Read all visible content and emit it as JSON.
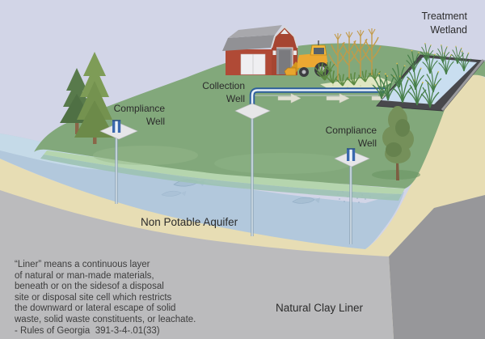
{
  "labels": {
    "treatment_wetland": "Treatment\nWetland",
    "collection_well": "Collection\nWell",
    "compliance_well_left": "Compliance\nWell",
    "compliance_well_right": "Compliance\nWell",
    "non_potable_aquifer": "Non Potable Aquifer",
    "natural_clay_liner": "Natural Clay Liner",
    "liner_definition": "“Liner” means a continuous layer\nof natural or man-made materials,\nbeneath or on the sidesof a disposal\nsite or disposal site cell which restricts\nthe downward or lateral escape of solid\nwaste, solid waste constituents, or leachate.\n- Rules of Georgia  391-3-4-.01(33)"
  },
  "colors": {
    "sky": "#d2d5e7",
    "grass": "#82a87b",
    "topsoil_band": "#b5d5ae",
    "aquifer_water": "#b2c8dc",
    "sand_layer": "#e7ddb4",
    "clay_liner_front": "#bbbbbd",
    "clay_liner_side": "#97979a",
    "barn_red": "#b04a36",
    "barn_roof_gray": "#9a9a9e",
    "tractor_yellow": "#eca832",
    "pipe_blue": "#2d5e9d",
    "flow_arrow": "#dfdfd2",
    "wetland_water": "#c9def0",
    "wetland_liner_dark": "#48484c",
    "well_pad": "#e6e6e8"
  }
}
